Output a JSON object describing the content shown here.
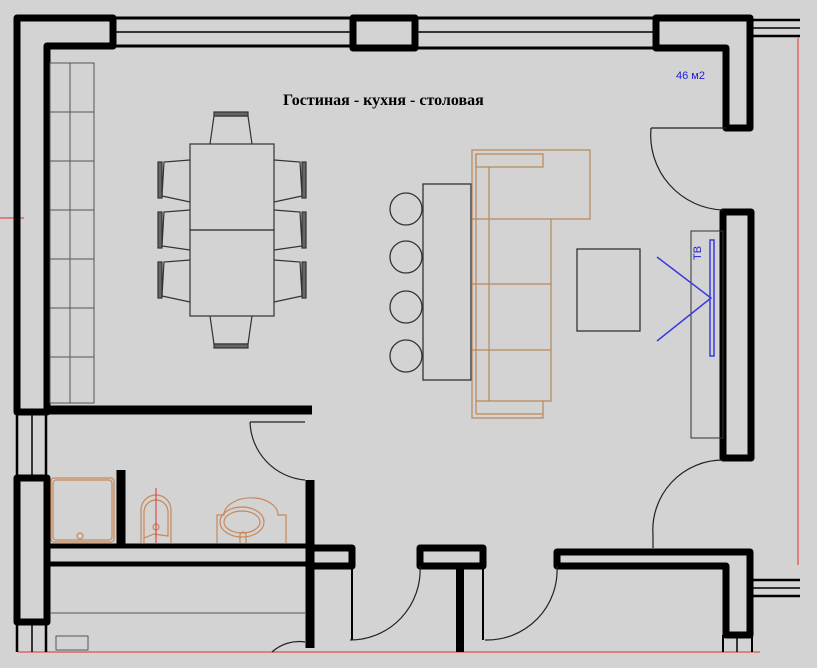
{
  "plan": {
    "room_title": "Гостиная - кухня - столовая",
    "area": "46 м2",
    "tv_label": "ТВ",
    "colors": {
      "background": "#d3d3d3",
      "wall": "#000000",
      "furniture_line": "#333333",
      "sofa_line": "#b8875a",
      "bathroom_fixture": "#c8885a",
      "annotation_blue": "#2020d0",
      "dimension_red": "#e03030"
    },
    "elements": [
      {
        "type": "dining-table",
        "seats": 8
      },
      {
        "type": "kitchen-counter"
      },
      {
        "type": "bar-counter",
        "stools": 4
      },
      {
        "type": "corner-sofa"
      },
      {
        "type": "coffee-table"
      },
      {
        "type": "tv-unit"
      },
      {
        "type": "shower-tray"
      },
      {
        "type": "toilet"
      },
      {
        "type": "washbasin"
      }
    ]
  }
}
